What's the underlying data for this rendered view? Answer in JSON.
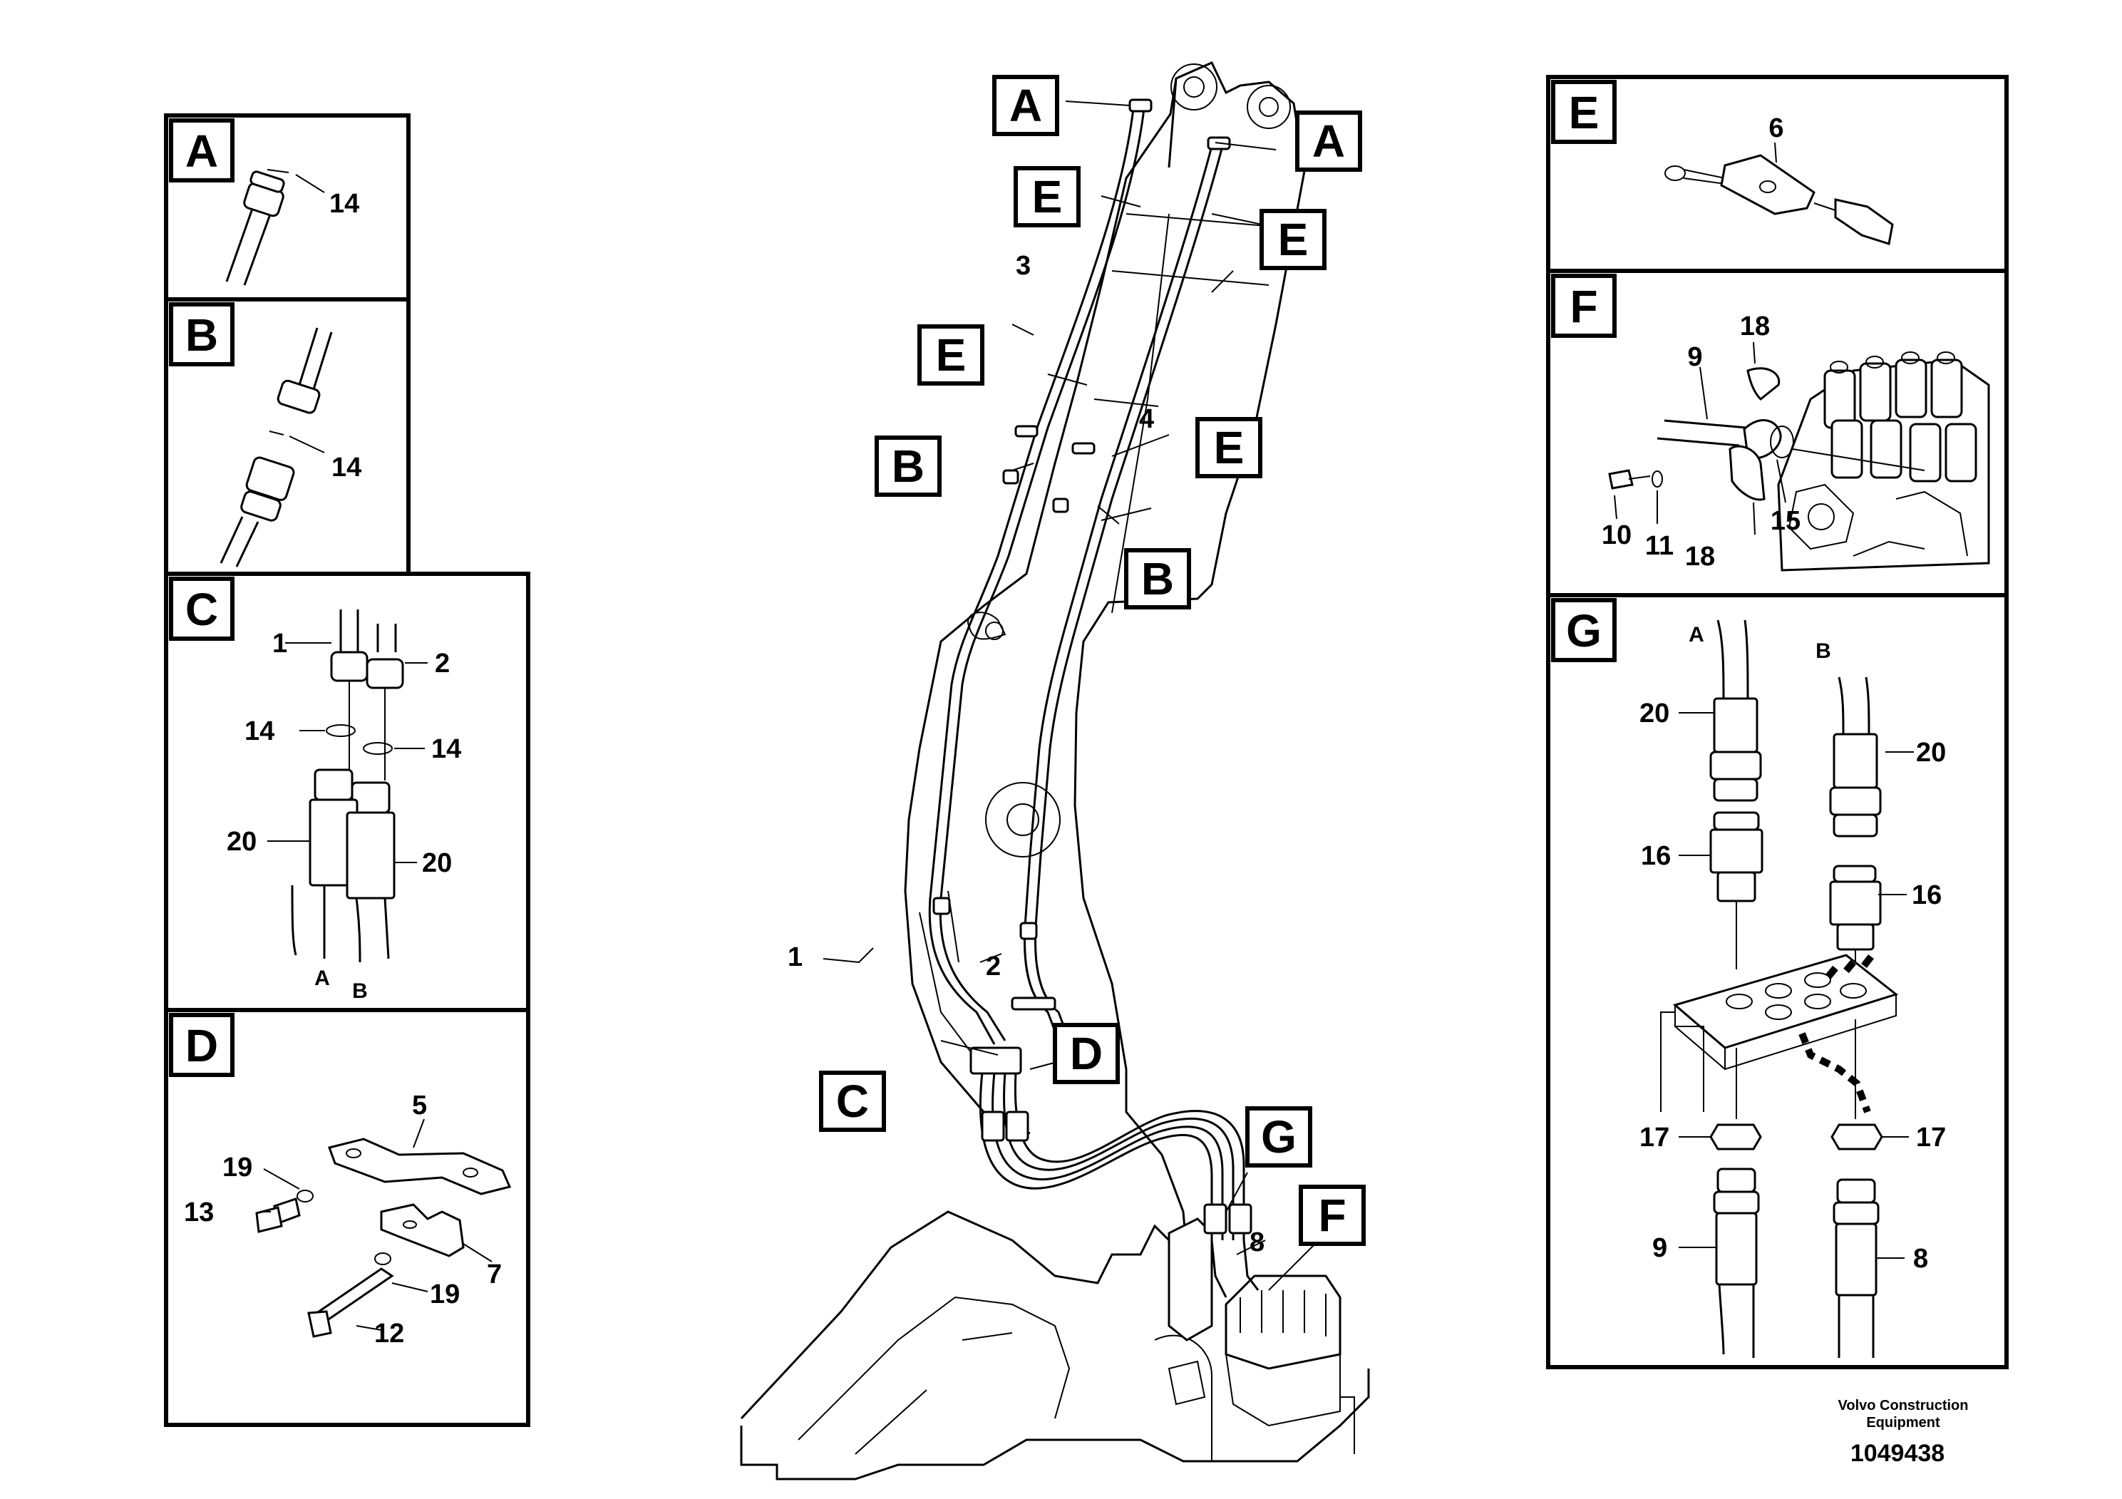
{
  "panels": {
    "A": {
      "tag": "A",
      "labels": [
        "14"
      ]
    },
    "B": {
      "tag": "B",
      "labels": [
        "14"
      ]
    },
    "C": {
      "tag": "C",
      "labels": [
        "1",
        "2",
        "14",
        "14",
        "20",
        "20"
      ],
      "ends": [
        "A",
        "B"
      ]
    },
    "D": {
      "tag": "D",
      "labels": [
        "5",
        "19",
        "13",
        "7",
        "19",
        "12"
      ]
    },
    "E": {
      "tag": "E",
      "labels": [
        "6"
      ]
    },
    "F": {
      "tag": "F",
      "labels": [
        "18",
        "9",
        "10",
        "11",
        "18",
        "15"
      ]
    },
    "G": {
      "tag": "G",
      "labels": [
        "20",
        "20",
        "16",
        "16",
        "17",
        "17",
        "9",
        "8"
      ],
      "ends": [
        "A",
        "B"
      ]
    }
  },
  "main": {
    "callouts": [
      "A",
      "A",
      "E",
      "E",
      "E",
      "E",
      "B",
      "B",
      "D",
      "C",
      "G",
      "F"
    ],
    "part_labels": [
      "3",
      "4",
      "1",
      "2",
      "8"
    ]
  },
  "footer": {
    "company_line1": "Volvo Construction",
    "company_line2": "Equipment",
    "doc_number": "1049438"
  }
}
